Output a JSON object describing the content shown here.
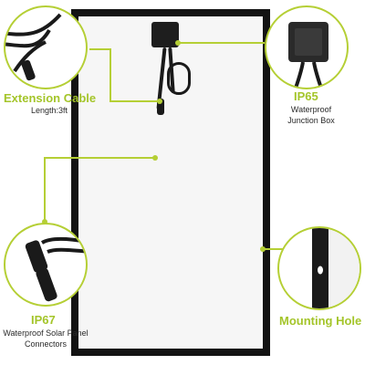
{
  "callouts": {
    "extension_cable": {
      "title": "Extension Cable",
      "subtitle": "Length:3ft"
    },
    "ip65": {
      "title": "IP65",
      "subtitle_line1": "Waterproof",
      "subtitle_line2": "Junction Box"
    },
    "ip67": {
      "title": "IP67",
      "subtitle_line1": "Waterproof Solar Panel",
      "subtitle_line2": "Connectors"
    },
    "mounting_hole": {
      "title": "Mounting Hole"
    }
  },
  "colors": {
    "accent": "#b5cf35",
    "accent_text": "#a4c52a",
    "frame": "#131313",
    "panel": "#f6f6f6"
  }
}
